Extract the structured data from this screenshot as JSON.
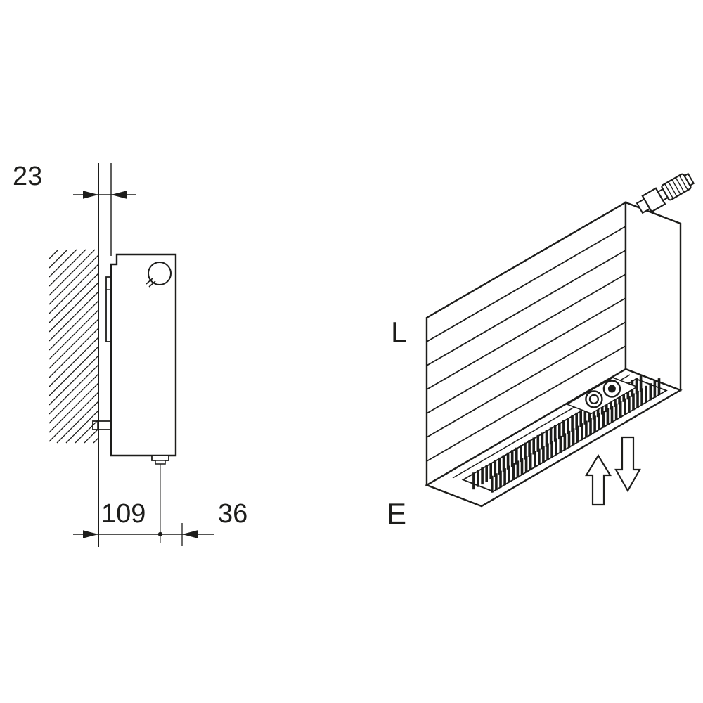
{
  "side_view": {
    "dim_wall_gap": "23",
    "dim_pipe_offset": "109",
    "dim_drain_offset": "36"
  },
  "iso_view": {
    "label_top": "L",
    "label_bottom": "E"
  },
  "colors": {
    "line": "#1d1d1b",
    "background": "#ffffff"
  }
}
